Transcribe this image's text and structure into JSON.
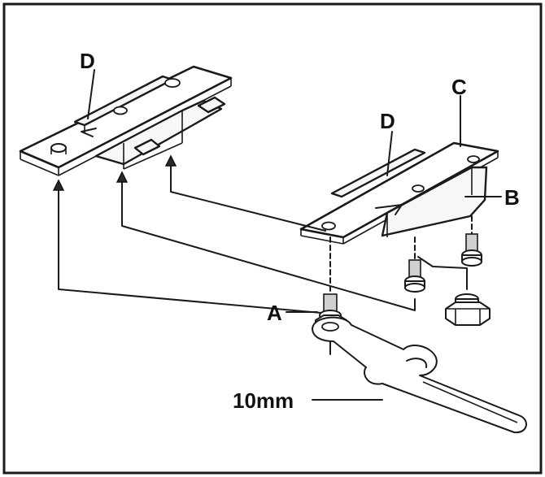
{
  "labels": {
    "d_left": "D",
    "c": "C",
    "d_right": "D",
    "b": "B",
    "a": "A",
    "wrench_size": "10mm"
  },
  "colors": {
    "ink": "#1a1a1a",
    "background": "#ffffff"
  }
}
